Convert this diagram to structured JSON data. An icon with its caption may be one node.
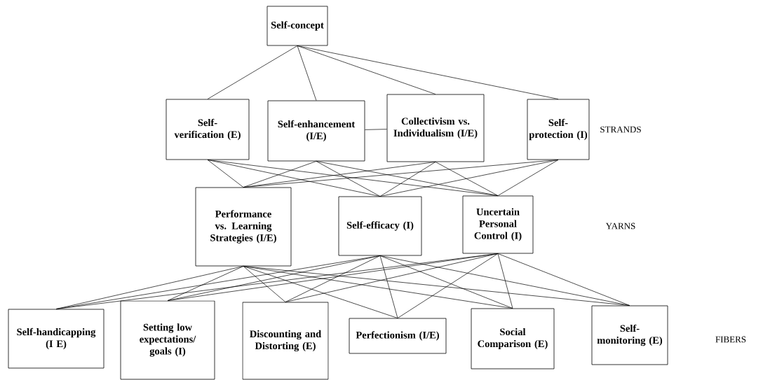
{
  "diagram": {
    "nodes": [
      {
        "text": [
          "Self-concept"
        ]
      },
      {
        "text": [
          "Self-verification (E)"
        ]
      },
      {
        "text": [
          "Self-enhancement (I/E)"
        ]
      },
      {
        "text": [
          "Collectivism vs. Individualism (I/E)"
        ]
      },
      {
        "text": [
          "Self-protection (I)"
        ]
      },
      {
        "text": [
          "Performance vs. Learning Strategies (I/E)"
        ]
      },
      {
        "text": [
          "Self-efficacy (I)"
        ]
      },
      {
        "text": [
          "Uncertain Personal Control (I)"
        ]
      },
      {
        "text": [
          "Self-handicapping (I E)"
        ]
      },
      {
        "text": [
          "Setting low expectations/ goals (I)"
        ]
      },
      {
        "text": [
          "Discounting and Distorting (E)"
        ]
      },
      {
        "text": [
          "Perfectionism (I/E)"
        ]
      },
      {
        "text": [
          "Social Comparison (E)"
        ]
      },
      {
        "text": [
          "Self-monitoring (E)"
        ]
      }
    ],
    "edges": [
      {
        "from": 0,
        "to": 1,
        "arrow": "none"
      },
      {
        "from": 0,
        "to": 2,
        "arrow": "none"
      },
      {
        "from": 0,
        "to": 3,
        "arrow": "none"
      },
      {
        "from": 0,
        "to": 4,
        "arrow": "none"
      },
      {
        "from": 2,
        "to": 3,
        "arrow": "none"
      },
      {
        "from": 1,
        "to": 5,
        "arrow": "none"
      },
      {
        "from": 1,
        "to": 6,
        "arrow": "none"
      },
      {
        "from": 1,
        "to": 7,
        "arrow": "none"
      },
      {
        "from": 2,
        "to": 5,
        "arrow": "none"
      },
      {
        "from": 2,
        "to": 6,
        "arrow": "none"
      },
      {
        "from": 2,
        "to": 7,
        "arrow": "none"
      },
      {
        "from": 3,
        "to": 5,
        "arrow": "none"
      },
      {
        "from": 3,
        "to": 6,
        "arrow": "none"
      },
      {
        "from": 3,
        "to": 7,
        "arrow": "none"
      },
      {
        "from": 4,
        "to": 5,
        "arrow": "none"
      },
      {
        "from": 4,
        "to": 6,
        "arrow": "none"
      },
      {
        "from": 4,
        "to": 7,
        "arrow": "none"
      },
      {
        "from": 5,
        "to": 8,
        "arrow": "none"
      },
      {
        "from": 5,
        "to": 9,
        "arrow": "none"
      },
      {
        "from": 5,
        "to": 10,
        "arrow": "none"
      },
      {
        "from": 5,
        "to": 11,
        "arrow": "none"
      },
      {
        "from": 5,
        "to": 12,
        "arrow": "none"
      },
      {
        "from": 5,
        "to": 13,
        "arrow": "none"
      },
      {
        "from": 6,
        "to": 8,
        "arrow": "none"
      },
      {
        "from": 6,
        "to": 9,
        "arrow": "none"
      },
      {
        "from": 6,
        "to": 10,
        "arrow": "none"
      },
      {
        "from": 6,
        "to": 11,
        "arrow": "none"
      },
      {
        "from": 6,
        "to": 12,
        "arrow": "none"
      },
      {
        "from": 6,
        "to": 13,
        "arrow": "none"
      },
      {
        "from": 7,
        "to": 8,
        "arrow": "none"
      },
      {
        "from": 7,
        "to": 9,
        "arrow": "none"
      },
      {
        "from": 7,
        "to": 10,
        "arrow": "none"
      },
      {
        "from": 7,
        "to": 11,
        "arrow": "none"
      },
      {
        "from": 7,
        "to": 12,
        "arrow": "none"
      },
      {
        "from": 7,
        "to": 13,
        "arrow": "none"
      }
    ],
    "labels": [
      "STRANDS",
      "YARNS",
      "FIBERS"
    ]
  }
}
